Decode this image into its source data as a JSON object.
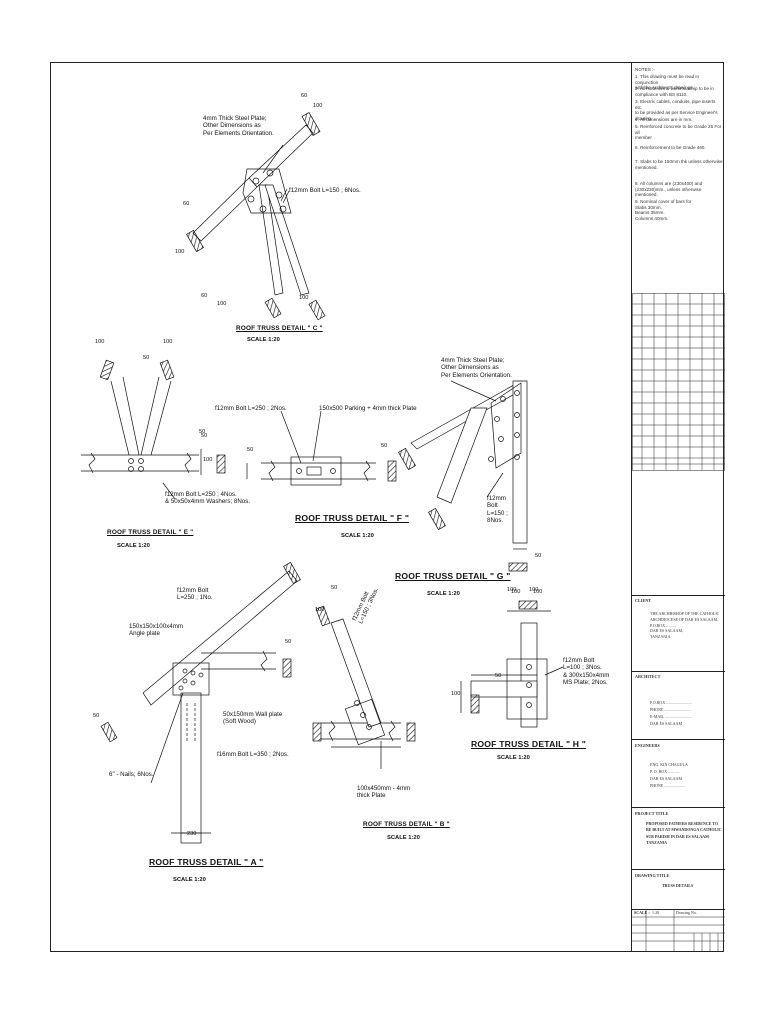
{
  "notes": {
    "header": "NOTES :-",
    "items": [
      "1.  This drawing must be read in conjunction\nwith the Architect's drawings.",
      "2.  All materials & workmanship to be in\ncompliance with BS 8110.",
      "3.  Electric cables, conduits, pipe inserts etc.\nto be provided as per Service Engineer's\ndrawing.",
      "4.  All dimensions are in mm.",
      "5.  Reinforced concrete to be Grade 25 For all\nmember",
      "6.  Reinforcement to be Grade 460.",
      "7.  Slabs to be 150mm thk unless otherwise\nmentioned.",
      "8.  All columns are (230x400) and\n(230x230)mm., unless otherwise mentioned.",
      "9.  Nominal cover of bars for\n     Slabs          30mm.\n     Beams          35mm.\n     Columns        40mm."
    ]
  },
  "title_block": {
    "client_label": "CLIENT",
    "client_text": "THE ARCHBISHOP OF THE CATHOLIC\nARCHDIOCESE OF DAR ES SALAAM,\nP.O.BOX..........,\nDAR ES SALAAM,\nTANZANIA.",
    "architect_label": "ARCHITECT",
    "architect_text": "P.O.BOX ..........................\nPHONE ...........................\nE-MAIL ...........................\nDAR ES SALAAM",
    "engineer_label": "ENGINEERS",
    "engineer_text": "ENG. KIN CHAGULA\nP. O. BOX ...........\nDAR ES SALAAM\nPHONE .....................",
    "project_label": "PROJECT TITLE",
    "project_text": "PROPOSED FATHERS RESIDENCE TO\nBE BUILT AT MWANDONGA CATHOLIC\nSUB PARISH IN DAR ES SALAAM\nTANZANIA",
    "drawing_label": "DRAWING TITLE",
    "drawing_text": "TRUSS DETAILS",
    "scale_label": "SCALE :",
    "scale_value": "1:20",
    "drawing_no_label": "Drawing No."
  },
  "details": {
    "c": {
      "title": "ROOF TRUSS DETAIL \" C \"",
      "scale": "SCALE 1:20",
      "plate_note": "4mm Thick Steel Plate;\nOther Dimensions as\nPer Elements Orientation.",
      "bolt_note": "f12mm Bolt L=150 ; 6Nos.",
      "dims": [
        "60",
        "100",
        "100",
        "60",
        "100",
        "60",
        "100"
      ]
    },
    "e": {
      "title": "ROOF TRUSS DETAIL \" E \"",
      "scale": "SCALE 1:20",
      "bolt_note": "f12mm Bolt L=250 ; 4Nos.\n& 50x50x4mm Washers; 8Nos.",
      "dims": [
        "100",
        "50",
        "100",
        "50",
        "100"
      ]
    },
    "f": {
      "title": "ROOF TRUSS DETAIL \" F \"",
      "scale": "SCALE 1:20",
      "bolt_note": "f12mm Bolt L=250 ; 2Nos.",
      "packing_note": "150x500 Parking + 4mm thick Plate",
      "dims": [
        "50",
        "50",
        "100",
        "50",
        "100"
      ]
    },
    "g": {
      "title": "ROOF TRUSS DETAIL \" G \"",
      "scale": "SCALE 1:20",
      "plate_note": "4mm Thick Steel Plate;\nOther Dimensions as\nPer Elements Orientation.",
      "bolt_note": "f12mm\nBolt\nL=150 ;\n8Nos.",
      "dims": [
        "50",
        "100",
        "100",
        "50"
      ]
    },
    "a": {
      "title": "ROOF TRUSS DETAIL \" A \"",
      "scale": "SCALE 1:20",
      "bolt_note": "f12mm Bolt\nL=250 ; 1No.",
      "angle_note": "150x150x100x4mm\nAngle plate",
      "wallplate_note": "50x150mm Wall plate\n(Soft Wood)",
      "bolt16_note": "f16mm Bolt L=350 ; 2Nos.",
      "nails_note": "6\" - Nails; 6Nos.",
      "dims": [
        "50",
        "50",
        "100",
        "230"
      ]
    },
    "b": {
      "title": "ROOF TRUSS DETAIL \" B \"",
      "scale": "SCALE 1:20",
      "bolt_note": "f12mm Bolt\nL=150 ; 3Nos.",
      "plate_note": "100x450mm - 4mm\nthick Plate",
      "dims": [
        "100",
        "50"
      ]
    },
    "h": {
      "title": "ROOF TRUSS DETAIL \" H \"",
      "scale": "SCALE 1:20",
      "bolt_note": "f12mm Bolt\nL=100 ; 3Nos.\n& 300x150x4mm\nMS Plate; 2Nos.",
      "dims": [
        "100",
        "100",
        "50",
        "100"
      ]
    }
  }
}
